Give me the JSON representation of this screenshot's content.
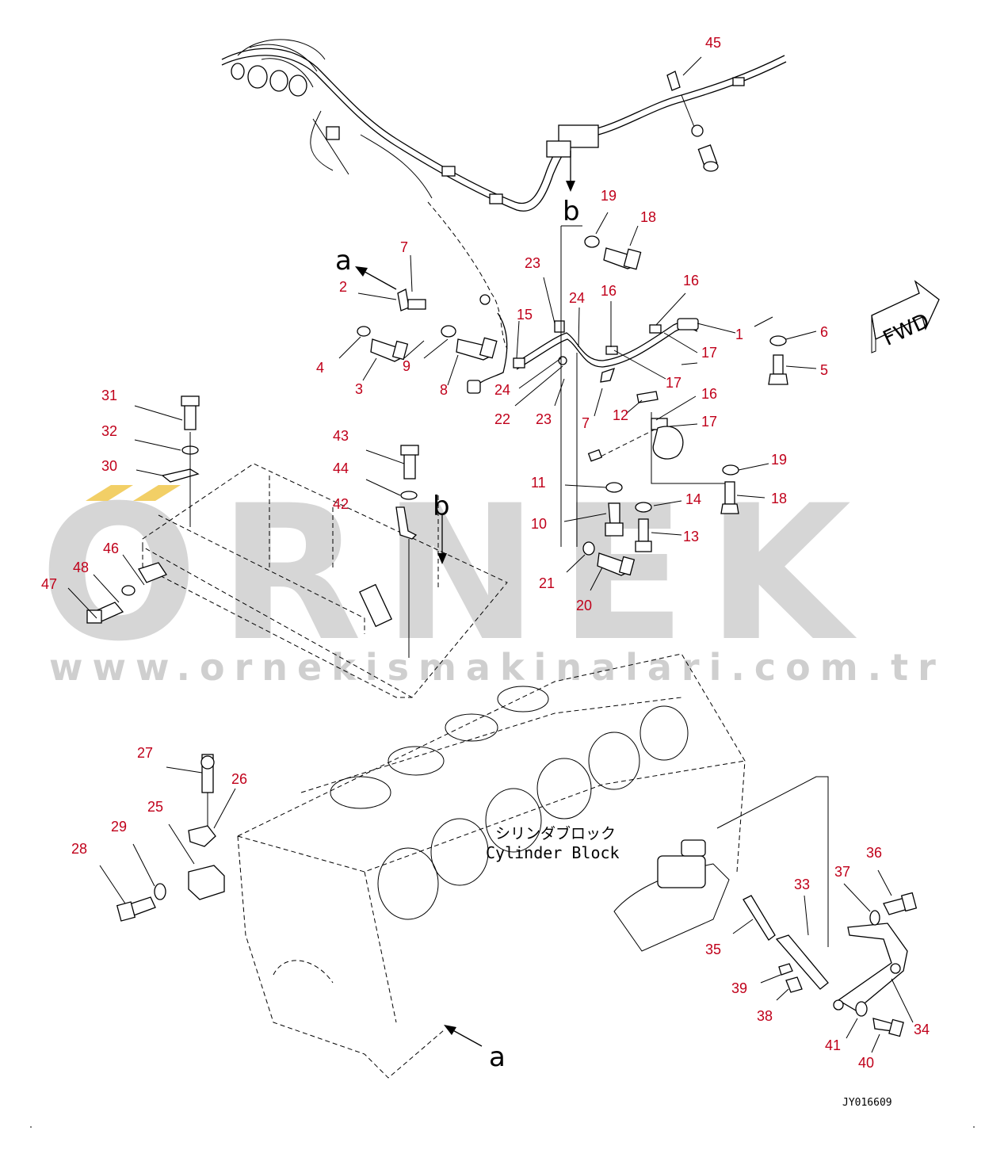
{
  "watermark": {
    "brand": "ORNEK",
    "url": "www.ornekismakinalari.com.tr",
    "accent_color": "#f2cf66"
  },
  "labels": {
    "direction": "FWD",
    "block_jp": "シリンダブロック",
    "block_en": "Cylinder Block",
    "drawing_code": "JY016609",
    "view_a": "a",
    "view_b": "b"
  },
  "callout_color": "#c0001a",
  "callouts": [
    {
      "id": "c45",
      "text": "45"
    },
    {
      "id": "c19a",
      "text": "19"
    },
    {
      "id": "c18a",
      "text": "18"
    },
    {
      "id": "c7a",
      "text": "7"
    },
    {
      "id": "c2",
      "text": "2"
    },
    {
      "id": "c23a",
      "text": "23"
    },
    {
      "id": "c24a",
      "text": "24"
    },
    {
      "id": "c16a",
      "text": "16"
    },
    {
      "id": "c16b",
      "text": "16"
    },
    {
      "id": "c15",
      "text": "15"
    },
    {
      "id": "c1",
      "text": "1"
    },
    {
      "id": "c6",
      "text": "6"
    },
    {
      "id": "c17a",
      "text": "17"
    },
    {
      "id": "c4",
      "text": "4"
    },
    {
      "id": "c9",
      "text": "9"
    },
    {
      "id": "c8",
      "text": "8"
    },
    {
      "id": "c5",
      "text": "5"
    },
    {
      "id": "c3",
      "text": "3"
    },
    {
      "id": "c24b",
      "text": "24"
    },
    {
      "id": "c17b",
      "text": "17"
    },
    {
      "id": "c31",
      "text": "31"
    },
    {
      "id": "c16c",
      "text": "16"
    },
    {
      "id": "c22",
      "text": "22"
    },
    {
      "id": "c23b",
      "text": "23"
    },
    {
      "id": "c7b",
      "text": "7"
    },
    {
      "id": "c12",
      "text": "12"
    },
    {
      "id": "c17c",
      "text": "17"
    },
    {
      "id": "c32",
      "text": "32"
    },
    {
      "id": "c43",
      "text": "43"
    },
    {
      "id": "c30",
      "text": "30"
    },
    {
      "id": "c19b",
      "text": "19"
    },
    {
      "id": "c44",
      "text": "44"
    },
    {
      "id": "c11",
      "text": "11"
    },
    {
      "id": "c14",
      "text": "14"
    },
    {
      "id": "c18b",
      "text": "18"
    },
    {
      "id": "c42",
      "text": "42"
    },
    {
      "id": "c10",
      "text": "10"
    },
    {
      "id": "c13",
      "text": "13"
    },
    {
      "id": "c46",
      "text": "46"
    },
    {
      "id": "c48",
      "text": "48"
    },
    {
      "id": "c47",
      "text": "47"
    },
    {
      "id": "c21",
      "text": "21"
    },
    {
      "id": "c20",
      "text": "20"
    },
    {
      "id": "c27",
      "text": "27"
    },
    {
      "id": "c26",
      "text": "26"
    },
    {
      "id": "c25",
      "text": "25"
    },
    {
      "id": "c29",
      "text": "29"
    },
    {
      "id": "c28",
      "text": "28"
    },
    {
      "id": "c36",
      "text": "36"
    },
    {
      "id": "c37",
      "text": "37"
    },
    {
      "id": "c33",
      "text": "33"
    },
    {
      "id": "c35",
      "text": "35"
    },
    {
      "id": "c39",
      "text": "39"
    },
    {
      "id": "c38",
      "text": "38"
    },
    {
      "id": "c34",
      "text": "34"
    },
    {
      "id": "c41",
      "text": "41"
    },
    {
      "id": "c40",
      "text": "40"
    }
  ]
}
